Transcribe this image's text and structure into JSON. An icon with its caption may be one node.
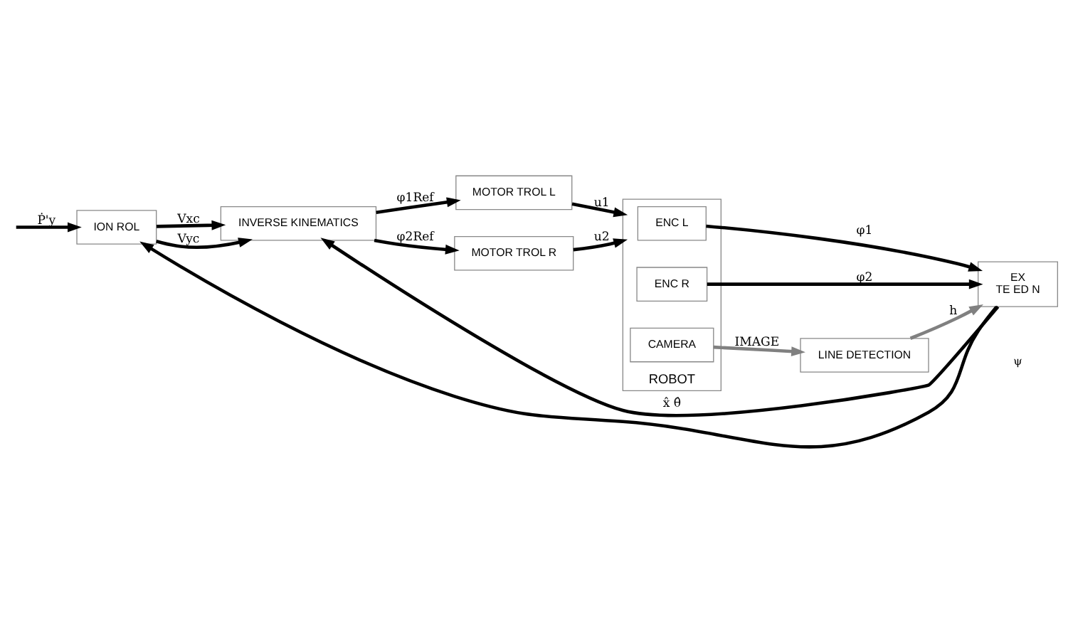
{
  "diagram": {
    "nodes": [
      {
        "text": [
          "ION ROL"
        ]
      },
      {
        "text": [
          "INVERSE KINEMATICS"
        ]
      },
      {
        "text": [
          "MOTOR TROL L"
        ]
      },
      {
        "text": [
          "MOTOR TROL R"
        ]
      },
      {
        "text": [
          "ROBOT"
        ]
      },
      {
        "text": [
          "ENC L"
        ],
        "in": 4
      },
      {
        "text": [
          "ENC R"
        ],
        "in": 4
      },
      {
        "text": [
          "CAMERA"
        ],
        "in": 4
      },
      {
        "text": [
          "LINE DETECTION"
        ]
      },
      {
        "text": [
          "EX",
          "TE ED N"
        ]
      }
    ],
    "edges": [
      {
        "from": null,
        "to": 0,
        "arrow": "to",
        "label": "Ṗ'y"
      },
      {
        "from": 0,
        "to": 1,
        "arrow": "to",
        "label": "Vxc"
      },
      {
        "from": 0,
        "to": 1,
        "arrow": "to",
        "label": "Vyc"
      },
      {
        "from": 1,
        "to": 2,
        "arrow": "to",
        "label": "φ1Ref"
      },
      {
        "from": 1,
        "to": 3,
        "arrow": "to",
        "label": "φ2Ref"
      },
      {
        "from": 2,
        "to": 4,
        "arrow": "to",
        "label": "u1"
      },
      {
        "from": 3,
        "to": 4,
        "arrow": "to",
        "label": "u2"
      },
      {
        "from": 5,
        "to": 9,
        "arrow": "to",
        "label": "φ1"
      },
      {
        "from": 6,
        "to": 9,
        "arrow": "to",
        "label": "φ2"
      },
      {
        "from": 7,
        "to": 8,
        "arrow": "to",
        "label": "IMAGE",
        "color": "#808080"
      },
      {
        "from": 8,
        "to": 9,
        "arrow": "to",
        "label": "h",
        "color": "#808080"
      },
      {
        "from": 9,
        "to": 0,
        "arrow": "to"
      },
      {
        "from": 9,
        "to": 1,
        "arrow": "to",
        "label": "x̂ θ̂"
      }
    ],
    "labels": [
      "ψ"
    ]
  }
}
